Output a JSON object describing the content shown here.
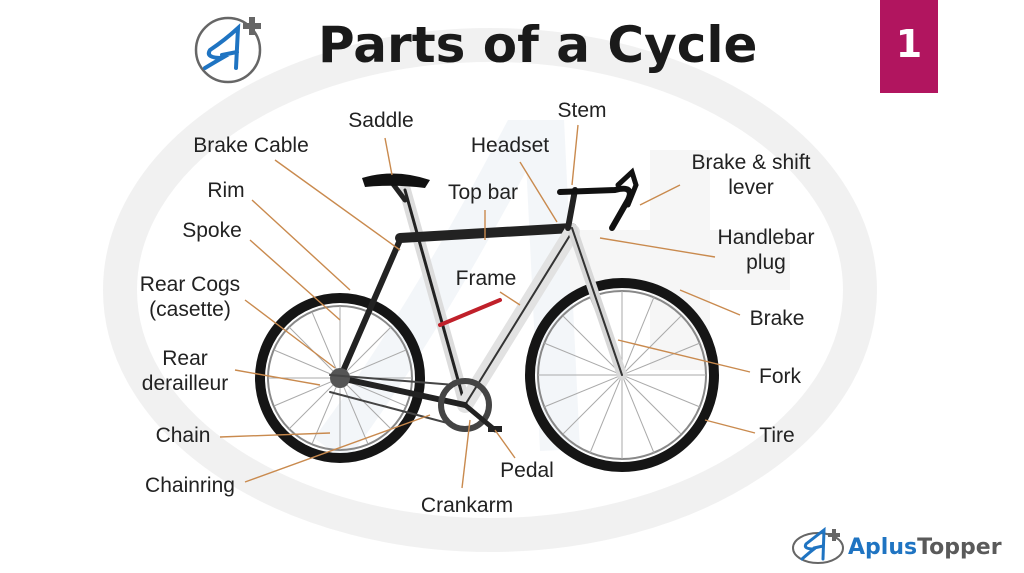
{
  "title": "Parts of a Cycle",
  "slide_number": "1",
  "brand": {
    "part1": "Aplus",
    "part2": "Topper",
    "logo_text": "A+"
  },
  "colors": {
    "badge": "#b1155f",
    "brand_blue": "#1f74c2",
    "brand_gray": "#5a5a5a"
  },
  "labels": {
    "saddle": "Saddle",
    "stem": "Stem",
    "brake_cable": "Brake Cable",
    "headset": "Headset",
    "brake_shift_lever_1": "Brake & shift",
    "brake_shift_lever_2": "lever",
    "rim": "Rim",
    "top_bar": "Top bar",
    "spoke": "Spoke",
    "handlebar_plug_1": "Handlebar",
    "handlebar_plug_2": "plug",
    "frame": "Frame",
    "rear_cogs_1": "Rear Cogs",
    "rear_cogs_2": "(casette)",
    "brake": "Brake",
    "rear_derailleur_1": "Rear",
    "rear_derailleur_2": "derailleur",
    "fork": "Fork",
    "chain": "Chain",
    "tire": "Tire",
    "chainring": "Chainring",
    "pedal": "Pedal",
    "crankarm": "Crankarm"
  }
}
